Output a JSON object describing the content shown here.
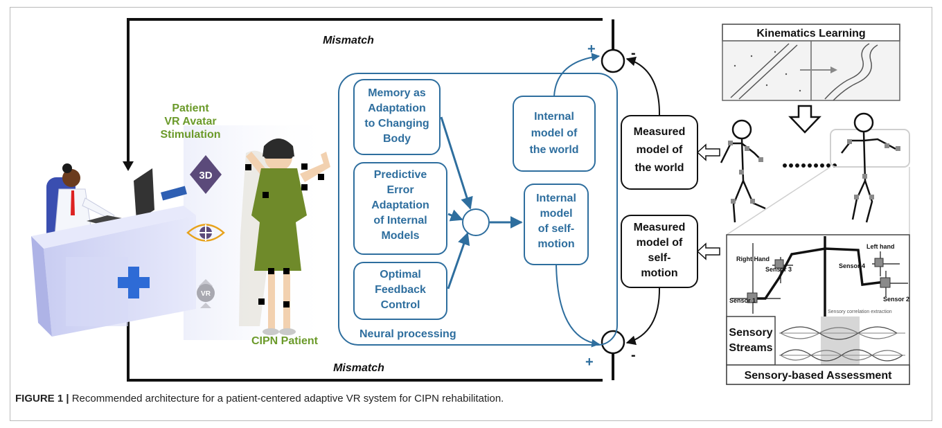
{
  "figure": {
    "mismatch_top": "Mismatch",
    "mismatch_bottom": "Mismatch",
    "plus_sign": "+",
    "minus_sign": "-",
    "avatar_label": [
      "Patient",
      "VR Avatar",
      "Stimulation"
    ],
    "patient_label": "CIPN Patient",
    "icon_3d": "3D",
    "icon_vr": "VR",
    "neural": {
      "title": "Neural processing",
      "memory": [
        "Memory as",
        "Adaptation",
        "to Changing",
        "Body"
      ],
      "predictive": [
        "Predictive",
        "Error",
        "Adaptation",
        "of Internal",
        "Models"
      ],
      "optimal": [
        "Optimal",
        "Feedback",
        "Control"
      ],
      "world": [
        "Internal",
        "model of",
        "the world"
      ],
      "self": [
        "Internal",
        "model",
        "of self-",
        "motion"
      ]
    },
    "measured_world": [
      "Measured",
      "model of",
      "the world"
    ],
    "measured_self": [
      "Measured",
      "model of",
      "self-",
      "motion"
    ],
    "kinematics_title": "Kinematics Learning",
    "sensors": {
      "right_hand": "Right Hand",
      "left_hand": "Left hand",
      "sensor1": "Sensor 1",
      "sensor2": "Sensor 2",
      "sensor3": "Sensor 3",
      "sensor4": "Sensor 4",
      "correlation": "Sensory correlation extraction"
    },
    "sensory_streams": [
      "Sensory",
      "Streams"
    ],
    "assessment_title": "Sensory-based Assessment",
    "colors": {
      "blue": "#2e6e9e",
      "green": "#6b9a2a",
      "purple": "#5b4a7a"
    }
  },
  "caption": {
    "label": "FIGURE 1 |",
    "text": " Recommended architecture for a patient-centered adaptive VR system for CIPN rehabilitation."
  }
}
